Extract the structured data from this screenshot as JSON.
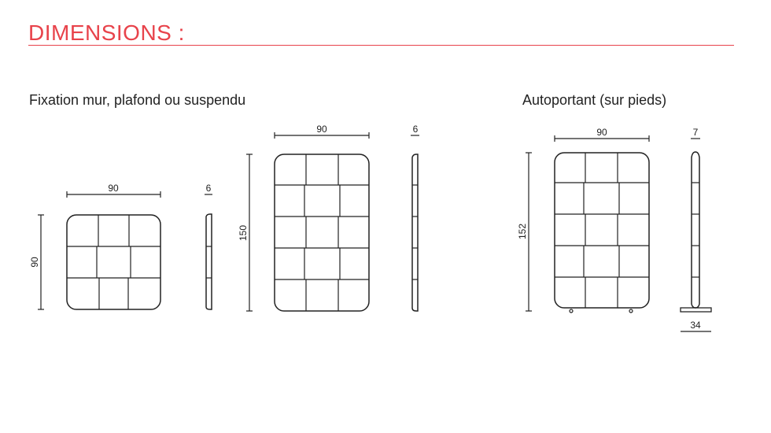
{
  "header": {
    "title": "DIMENSIONS :",
    "accent_color": "#e8434b"
  },
  "sections": {
    "wall": {
      "label": "Fixation mur, plafond ou suspendu"
    },
    "freestanding": {
      "label": "Autoportant (sur pieds)"
    }
  },
  "dimensions": {
    "small_width": "90",
    "small_height": "90",
    "small_depth": "6",
    "tall_width": "90",
    "tall_height": "150",
    "tall_depth": "6",
    "stand_width": "90",
    "stand_height": "152",
    "stand_depth": "7",
    "stand_base": "34"
  }
}
